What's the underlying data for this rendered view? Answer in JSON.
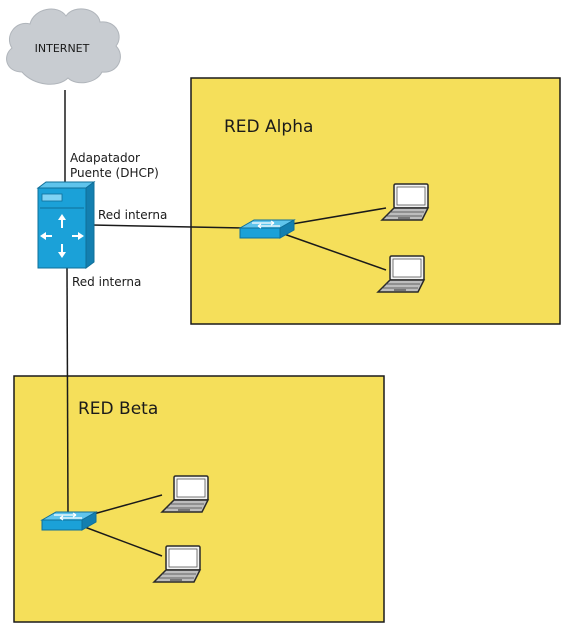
{
  "internet": {
    "label": "INTERNET"
  },
  "router": {
    "bridge_line1": "Adapatador",
    "bridge_line2": "Puente (DHCP)",
    "link_alpha_label": "Red interna",
    "link_beta_label": "Red interna"
  },
  "zones": {
    "alpha": {
      "title": "RED Alpha"
    },
    "beta": {
      "title": "RED Beta"
    }
  },
  "colors": {
    "zone_fill": "#f5df5a",
    "zone_stroke": "#1a1a1a",
    "device_blue": "#1ba1d8",
    "device_blue_dark": "#0f6f99",
    "cloud_fill": "#c8ccd1",
    "line": "#1a1a1a"
  },
  "icons": {
    "cloud": "cloud-icon",
    "router": "router-server-icon",
    "switch": "switch-icon",
    "laptop": "laptop-icon"
  }
}
